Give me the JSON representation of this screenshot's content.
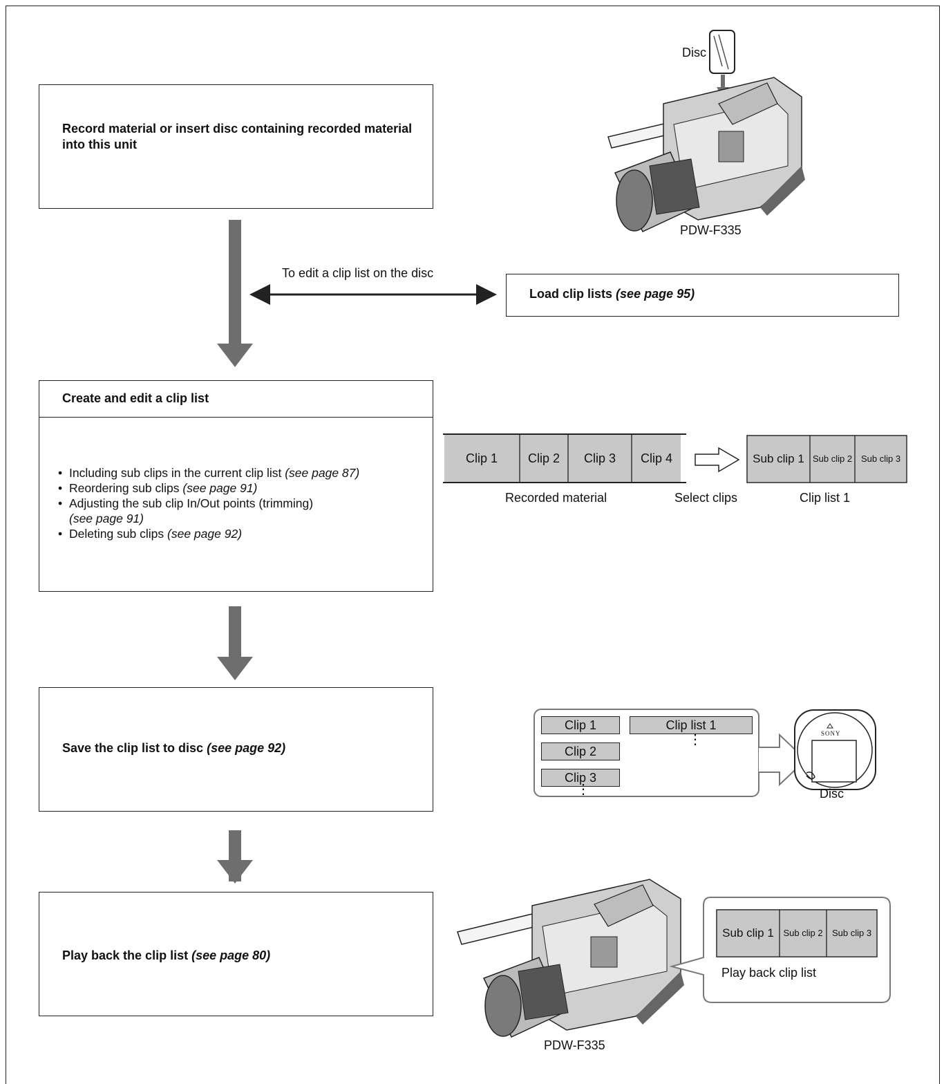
{
  "top": {
    "disc_label": "Disc",
    "camera_model": "PDW-F335"
  },
  "steps": {
    "record": {
      "text": "Record material or insert disc containing recorded material into this unit"
    },
    "branch_label": "To edit a clip list on the disc",
    "load": {
      "text": "Load clip lists",
      "ref": "(see page 95)"
    },
    "create": {
      "header": "Create and edit a clip list",
      "bullets": [
        {
          "text": "Including sub clips in the current clip list ",
          "ref": "(see page 87)"
        },
        {
          "text": "Reordering sub clips ",
          "ref": "(see page 91)"
        },
        {
          "text": "Adjusting the sub clip In/Out points (trimming)",
          "ref": "(see page 91)"
        },
        {
          "text": "Deleting sub clips ",
          "ref": "(see page 92)"
        }
      ]
    },
    "save": {
      "text": "Save the clip list to disc ",
      "ref": "(see page 92)"
    },
    "play": {
      "text": "Play back the clip list ",
      "ref": "(see page 80)"
    }
  },
  "recorded": {
    "clips": [
      "Clip 1",
      "Clip 2",
      "Clip 3",
      "Clip 4"
    ],
    "caption": "Recorded material",
    "select_label": "Select clips",
    "list_clips": [
      "Sub clip 1",
      "Sub clip 2",
      "Sub clip 3"
    ],
    "list_caption": "Clip list 1"
  },
  "save_diagram": {
    "clips": [
      "Clip 1",
      "Clip 2",
      "Clip 3"
    ],
    "list": "Clip list 1",
    "disc_label": "Disc",
    "disc_brand": "SONY"
  },
  "play_diagram": {
    "clips": [
      "Sub clip 1",
      "Sub clip 2",
      "Sub clip 3"
    ],
    "caption": "Play back clip list",
    "camera_model": "PDW-F335"
  },
  "colors": {
    "arrow": "#6e6e6e",
    "cell_fill": "#c8c8c8",
    "line": "#222222"
  }
}
